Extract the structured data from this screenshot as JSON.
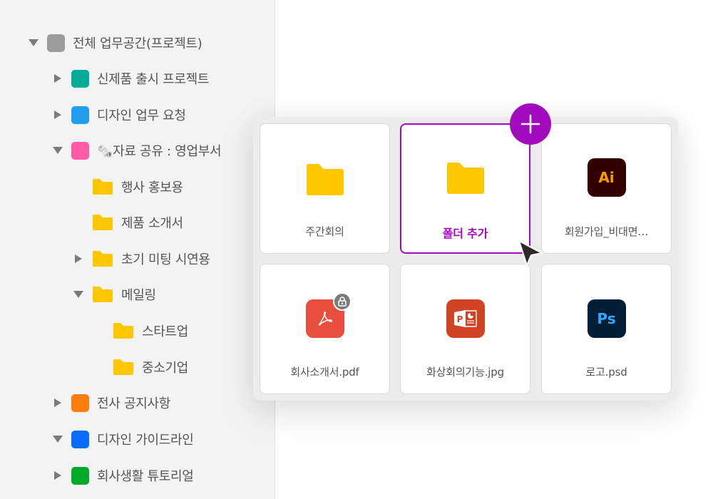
{
  "sidebar": {
    "items": [
      {
        "label": "전체 업무공간(프로젝트)",
        "caret": "down",
        "kind": "swatch",
        "color": "#9b9b9b",
        "level": 0
      },
      {
        "label": "신제품 출시 프로젝트",
        "caret": "right",
        "kind": "swatch",
        "color": "#00ac97",
        "level": 1
      },
      {
        "label": "디자인 업무 요청",
        "caret": "right",
        "kind": "swatch",
        "color": "#209ded",
        "level": 1
      },
      {
        "label": "🗞️자료 공유 : 영업부서",
        "caret": "down",
        "kind": "swatch",
        "color": "#ff5ba8",
        "level": 1
      },
      {
        "label": "행사 홍보용",
        "caret": "none",
        "kind": "folder",
        "level": 2
      },
      {
        "label": "제품 소개서",
        "caret": "none",
        "kind": "folder",
        "level": 2
      },
      {
        "label": "초기 미팅 시연용",
        "caret": "right",
        "kind": "folder",
        "level": 2
      },
      {
        "label": "메일링",
        "caret": "down",
        "kind": "folder",
        "level": 2
      },
      {
        "label": "스타트업",
        "caret": "none",
        "kind": "folder",
        "level": 3
      },
      {
        "label": "중소기업",
        "caret": "none",
        "kind": "folder",
        "level": 3
      },
      {
        "label": "전사 공지사항",
        "caret": "right",
        "kind": "swatch",
        "color": "#ff7d0a",
        "level": 1
      },
      {
        "label": "디자인 가이드라인",
        "caret": "down",
        "kind": "swatch",
        "color": "#0a6cff",
        "level": 1
      },
      {
        "label": "회사생활 튜토리얼",
        "caret": "right",
        "kind": "swatch",
        "color": "#00ab2a",
        "level": 1
      }
    ]
  },
  "grid": {
    "cards": [
      {
        "name": "주간회의",
        "icon": "folder-icon",
        "selected": false
      },
      {
        "name": "폴더 추가",
        "icon": "folder-icon",
        "selected": true
      },
      {
        "name": "회원가입_비대면…",
        "icon": "illustrator-icon",
        "icon_text": "Ai",
        "icon_bg": "#330000",
        "icon_fg": "#ff9a00",
        "selected": false
      },
      {
        "name": "회사소개서.pdf",
        "icon": "pdf-icon",
        "icon_bg": "#e94f3d",
        "locked": true,
        "selected": false
      },
      {
        "name": "화상회의기능.jpg",
        "icon": "powerpoint-icon",
        "icon_text": "P",
        "icon_bg": "#d04423",
        "selected": false
      },
      {
        "name": "로고.psd",
        "icon": "photoshop-icon",
        "icon_text": "Ps",
        "icon_bg": "#001e36",
        "icon_fg": "#31a8ff",
        "selected": false
      }
    ],
    "add_badge": {
      "symbol": "+",
      "color": "#a20bbd"
    }
  },
  "colors": {
    "accent": "#a20bbd",
    "folder": "#ffc700",
    "sidebar_bg": "#f3f3f3"
  }
}
